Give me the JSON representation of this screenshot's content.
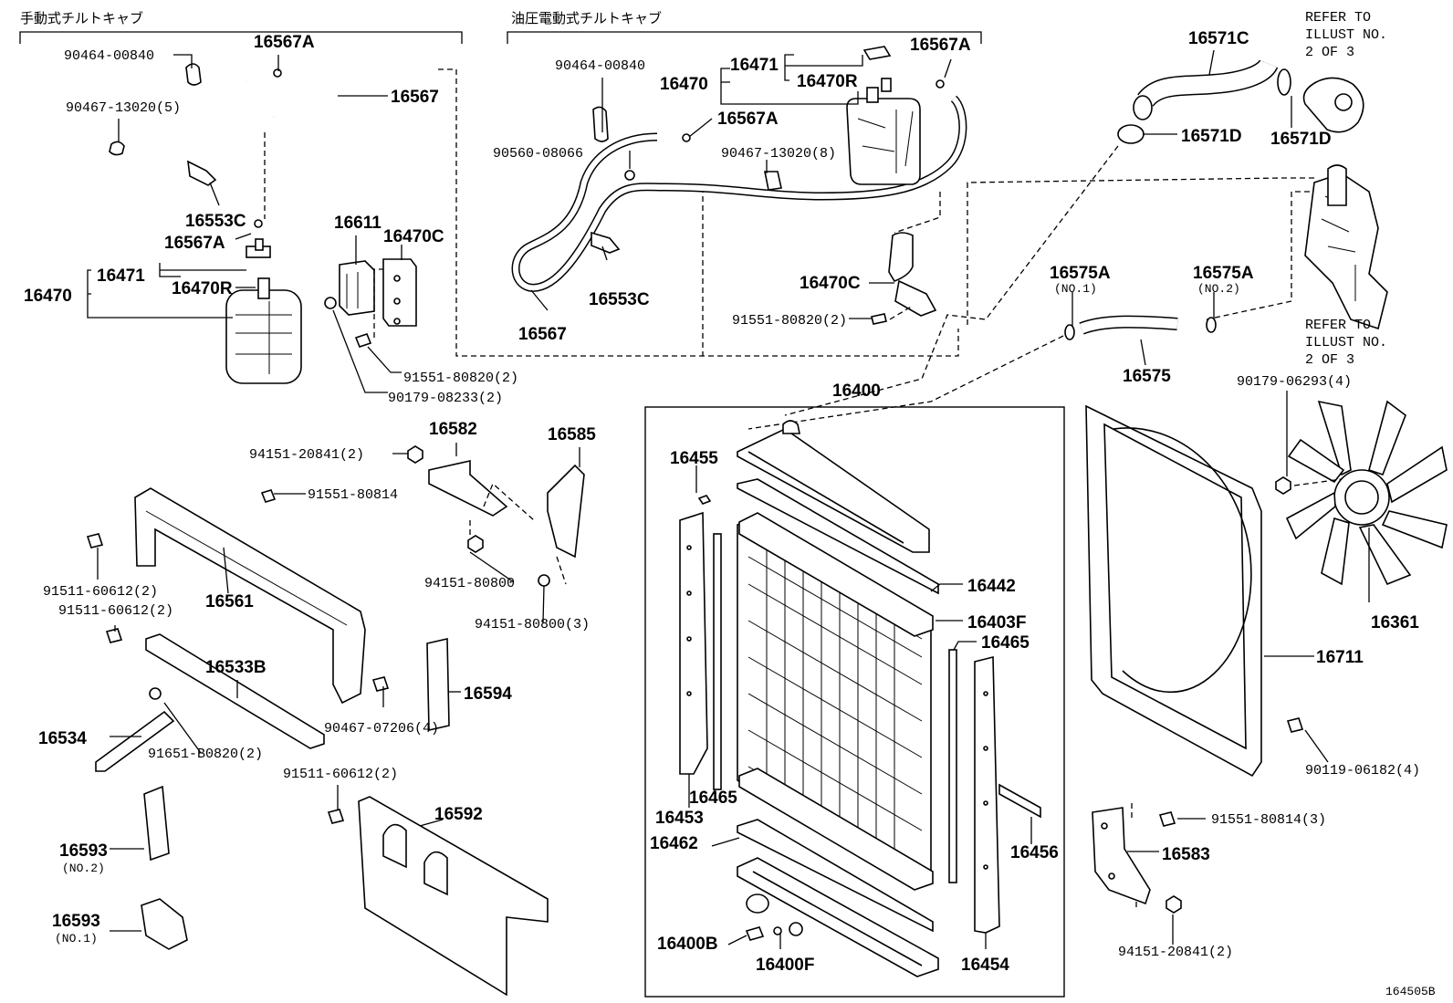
{
  "headers": {
    "manual_tilt_cab": "手動式チルトキャブ",
    "hydraulic_tilt_cab": "油圧電動式チルトキャブ"
  },
  "refer_notes": {
    "top": [
      "REFER TO",
      "ILLUST NO.",
      "2 OF 3"
    ],
    "middle": [
      "REFER TO",
      "ILLUST NO.",
      "2 OF 3"
    ]
  },
  "diagram_code": "164505B",
  "labels": {
    "l_9046400840_a": "90464-00840",
    "l_16567A_a": "16567A",
    "l_9046713020_5": "90467-13020(5)",
    "l_16567_a": "16567",
    "l_16553C_a": "16553C",
    "l_16567A_b": "16567A",
    "l_16471_a": "16471",
    "l_16470_a": "16470",
    "l_16470R_a": "16470R",
    "l_16611": "16611",
    "l_16470C_a": "16470C",
    "l_9155180820_2_a": "91551-80820(2)",
    "l_9017908233_2": "90179-08233(2)",
    "l_9046400840_b": "90464-00840",
    "l_16471_b": "16471",
    "l_16470_b": "16470",
    "l_16470R_b": "16470R",
    "l_16567A_c": "16567A",
    "l_16567A_d": "16567A",
    "l_9056008066": "90560-08066",
    "l_9046713020_8": "90467-13020(8)",
    "l_16553C_b": "16553C",
    "l_16567_b": "16567",
    "l_16470C_b": "16470C",
    "l_9155180820_2_b": "91551-80820(2)",
    "l_16571C": "16571C",
    "l_16571D_a": "16571D",
    "l_16571D_b": "16571D",
    "l_16575A_1": "16575A",
    "l_no1_a": "(NO.1)",
    "l_16575A_2": "16575A",
    "l_no2_a": "(NO.2)",
    "l_16575": "16575",
    "l_9017906293_4": "90179-06293(4)",
    "l_16400": "16400",
    "l_16582": "16582",
    "l_16585": "16585",
    "l_9415120841_2_a": "94151-20841(2)",
    "l_9155180814": "91551-80814",
    "l_9151160612_2_a": "91511-60612(2)",
    "l_16561": "16561",
    "l_9415180800": "94151-80800",
    "l_9415180800_3": "94151-80800(3)",
    "l_9151160612_2_b": "91511-60612(2)",
    "l_16533B": "16533B",
    "l_16594": "16594",
    "l_16534": "16534",
    "l_9165108820_2": "91651-B0820(2)",
    "l_9046707206_4": "90467-07206(4)",
    "l_9151160612_2_c": "91511-60612(2)",
    "l_16592": "16592",
    "l_16593_a": "16593",
    "l_no2_b": "(NO.2)",
    "l_16593_b": "16593",
    "l_no1_b": "(NO.1)",
    "l_16455": "16455",
    "l_16442": "16442",
    "l_16403F": "16403F",
    "l_16465_a": "16465",
    "l_16465_b": "16465",
    "l_16453": "16453",
    "l_16462": "16462",
    "l_16456": "16456",
    "l_16400B": "16400B",
    "l_16400F": "16400F",
    "l_16454": "16454",
    "l_16361": "16361",
    "l_16711": "16711",
    "l_9011906182_4": "90119-06182(4)",
    "l_9155180814_3": "91551-80814(3)",
    "l_16583": "16583",
    "l_9415120841_2_b": "94151-20841(2)"
  }
}
